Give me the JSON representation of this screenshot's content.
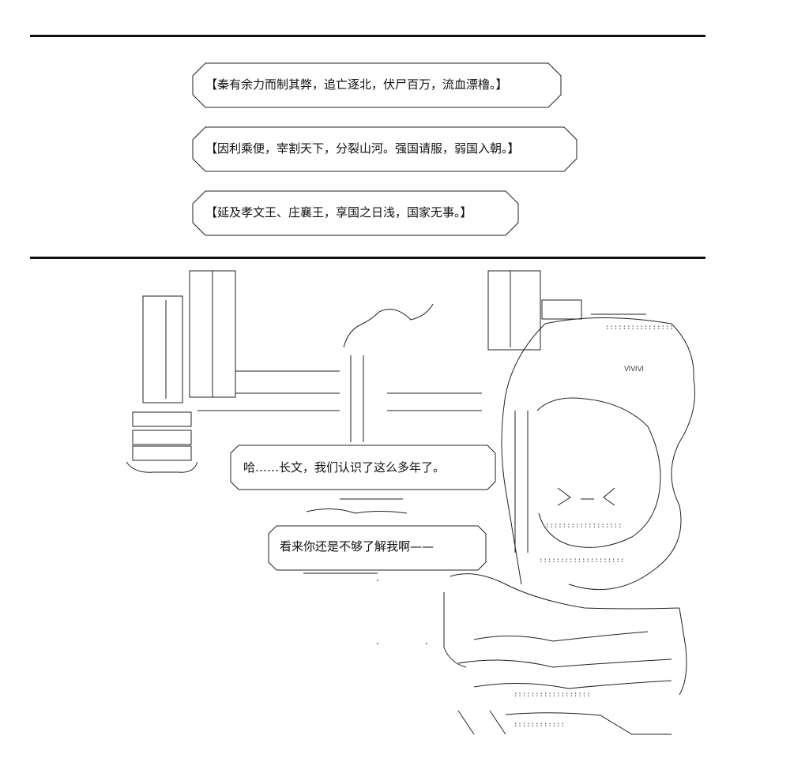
{
  "banners": [
    {
      "text": "【秦有余力而制其弊，追亡逐北，伏尸百万，流血漂橹。】"
    },
    {
      "text": "【因利乘便，宰割天下，分裂山河。强国请服，弱国入朝。】"
    },
    {
      "text": "【延及孝文王、庄襄王，享国之日浅，国家无事。】"
    }
  ],
  "bubbles": [
    {
      "text": "哈……长文，我们认识了这么多年了。"
    },
    {
      "text": "看来你还是不够了解我啊——"
    }
  ],
  "icons": {
    "scene": "ascii-art-scene-icon",
    "character": "ascii-art-character-icon"
  }
}
